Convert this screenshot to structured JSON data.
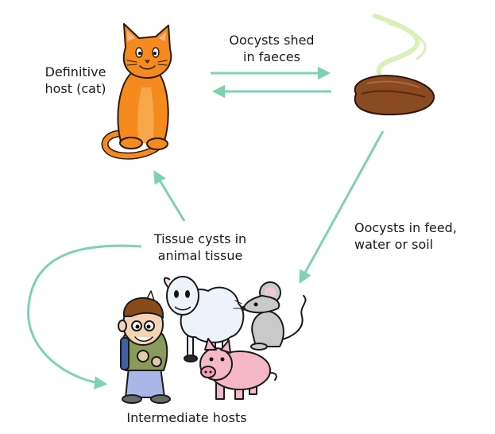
{
  "labels": {
    "definitive_host": [
      "Definitive",
      "host (cat)"
    ],
    "oocysts_shed": [
      "Oocysts shed",
      "in faeces"
    ],
    "oocysts_feed": [
      "Oocysts in feed,",
      "water or soil"
    ],
    "tissue_cysts": [
      "Tissue cysts in",
      "animal tissue"
    ],
    "intermediate_hosts": "Intermediate hosts"
  },
  "nodes": [
    "cat",
    "faeces",
    "intermediate-hosts"
  ],
  "colors": {
    "arrow": "#7dd3ae",
    "cat": "#f58a1f",
    "faeces": "#8a4a22",
    "steam": "#d7efb0",
    "sheep": "#eef3fb",
    "mouse": "#c9c9c9",
    "pig": "#f6b7c6",
    "boy_shirt": "#8a9a5b",
    "boy_pants": "#a9b7e8"
  },
  "icons": [
    "cat-icon",
    "faeces-icon",
    "boy-icon",
    "sheep-icon",
    "mouse-icon",
    "pig-icon"
  ]
}
